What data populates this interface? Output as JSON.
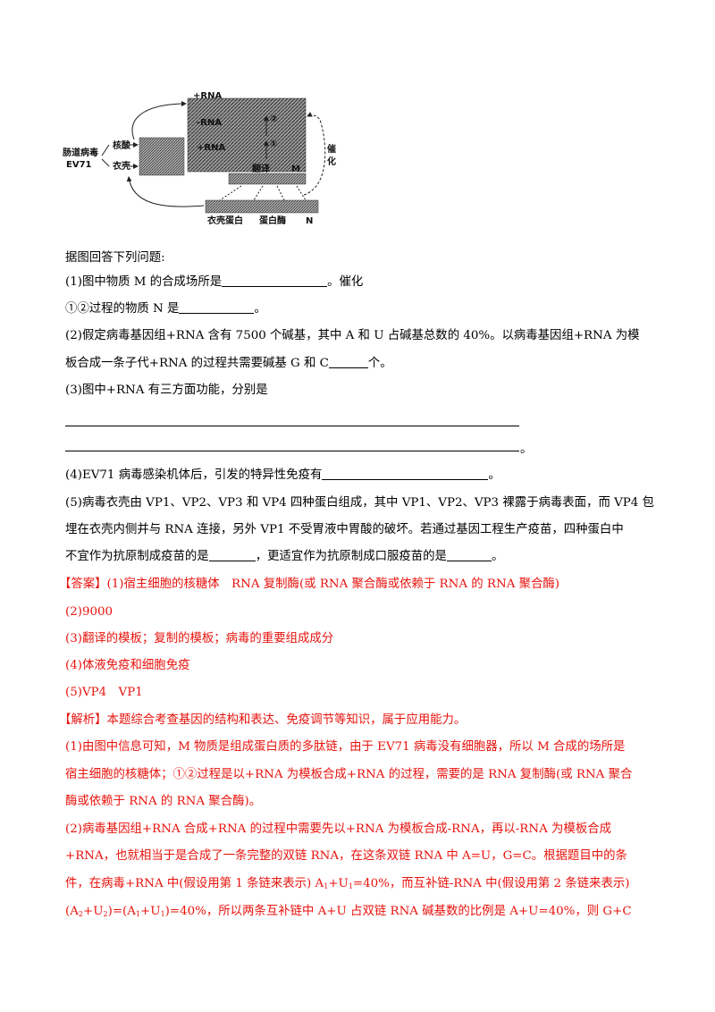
{
  "diagram": {
    "virus_label_1": "肠道病毒",
    "virus_label_2": "EV71",
    "nucleic_acid": "核酸",
    "capsid": "衣壳",
    "rna_plus_1": "+RNA",
    "rna_minus": "-RNA",
    "rna_plus_2": "+RNA",
    "step2": "②",
    "step1": "①",
    "catalysis": "催化",
    "translation": "翻译",
    "label_m": "M",
    "capsid_protein": "衣壳蛋白",
    "protein_enzyme": "蛋白酶",
    "label_n": "N"
  },
  "question": {
    "intro": "据图回答下列问题:",
    "q1a_prefix": "(1)图中物质 M 的合成场所是",
    "q1a_suffix": "。催化",
    "q1b_prefix": "①②过程的物质 N 是",
    "q1b_suffix": "。",
    "q2a": "(2)假定病毒基因组+RNA 含有 7500 个碱基，其中 A 和 U 占碱基总数的 40%。以病毒基因组+RNA 为模",
    "q2b_prefix": "板合成一条子代+RNA 的过程共需要碱基 G 和 C",
    "q2b_suffix": "个。",
    "q3": "(3)图中+RNA 有三方面功能，分别是",
    "q3_end": "。",
    "q4_prefix": "(4)EV71 病毒感染机体后，引发的特异性免疫有",
    "q4_suffix": "。",
    "q5a": "(5)病毒衣壳由 VP1、VP2、VP3 和 VP4 四种蛋白组成，其中 VP1、VP2、VP3 裸露于病毒表面，而 VP4 包",
    "q5b": "埋在衣壳内侧并与 RNA 连接，另外 VP1 不受胃液中胃酸的破坏。若通过基因工程生产疫苗，四种蛋白中",
    "q5c_prefix": "不宜作为抗原制成疫苗的是",
    "q5c_middle": "，更适宜作为抗原制成口服疫苗的是",
    "q5c_suffix": "。"
  },
  "answer": {
    "a1": "【答案】(1)宿主细胞的核糖体　RNA 复制酶(或 RNA 聚合酶或依赖于 RNA 的 RNA 聚合酶)",
    "a2": "(2)9000",
    "a3": "(3)翻译的模板；复制的模板；病毒的重要组成成分",
    "a4": "(4)体液免疫和细胞免疫",
    "a5": "(5)VP4　VP1"
  },
  "analysis": {
    "title": "【解析】本题综合考查基因的结构和表达、免疫调节等知识，属于应用能力。",
    "p1a": "(1)由图中信息可知，M 物质是组成蛋白质的多肽链，由于 EV71 病毒没有细胞器，所以  M 合成的场所是",
    "p1b": "宿主细胞的核糖体；①②过程是以+RNA 为模板合成+RNA 的过程，需要的是 RNA 复制酶(或 RNA 聚合",
    "p1c": "酶或依赖于 RNA 的 RNA 聚合酶)。",
    "p2a": "(2)病毒基因组+RNA 合成+RNA 的过程中需要先以+RNA 为模板合成-RNA，再以-RNA 为模板合成",
    "p2b": "+RNA，也就相当于是合成了一条完整的双链 RNA，在这条双链 RNA 中 A=U，G=C。根据题目中的条",
    "p2c_1": "件，在病毒+RNA 中(假设用第 1 条链来表示) A",
    "p2c_sub1": "1",
    "p2c_2": "+U",
    "p2c_sub2": "1",
    "p2c_3": "=40%，而互补链-RNA 中(假设用第 2 条链来表示)",
    "p2d_1": "(A",
    "p2d_sub1": "2",
    "p2d_2": "+U",
    "p2d_sub2": "2",
    "p2d_3": ")=(A",
    "p2d_sub3": "1",
    "p2d_4": "+U",
    "p2d_sub4": "1",
    "p2d_5": ")=40%，所以两条互补链中 A+U 占双链 RNA 碱基数的比例是 A+U=40%，则 G+C"
  }
}
